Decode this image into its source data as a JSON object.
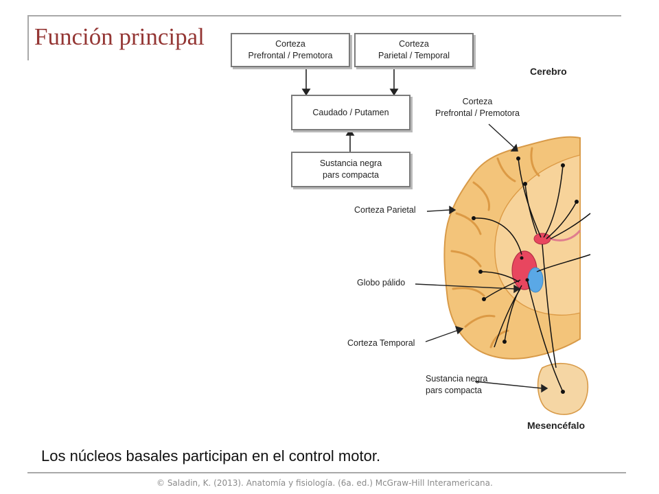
{
  "slide": {
    "title": "Función principal",
    "caption": "Los núcleos basales participan en el control motor.",
    "credit": "© Saladin, K. (2013). Anatomía y fisiología. (6a. ed.) McGraw-Hill Interamericana."
  },
  "flowchart": {
    "box_prefrontal": "Corteza\nPrefrontal / Premotora",
    "box_parietal": "Corteza\nParietal / Temporal",
    "box_caudado": "Caudado / Putamen",
    "box_sustancia": "Sustancia negra\npars compacta"
  },
  "brain_labels": {
    "cerebro": "Cerebro",
    "prefrontal": "Corteza\nPrefrontal / Premotora",
    "parietal": "Corteza Parietal",
    "globo": "Globo pálido",
    "temporal": "Corteza Temporal",
    "sustancia": "Sustancia negra\npars compacta",
    "mesencefalo": "Mesencéfalo"
  },
  "colors": {
    "title": "#943634",
    "brain_fill": "#f3c47a",
    "brain_dark": "#dc9a45",
    "globus_red": "#e8465f",
    "globus_blue": "#5aa8e6"
  }
}
